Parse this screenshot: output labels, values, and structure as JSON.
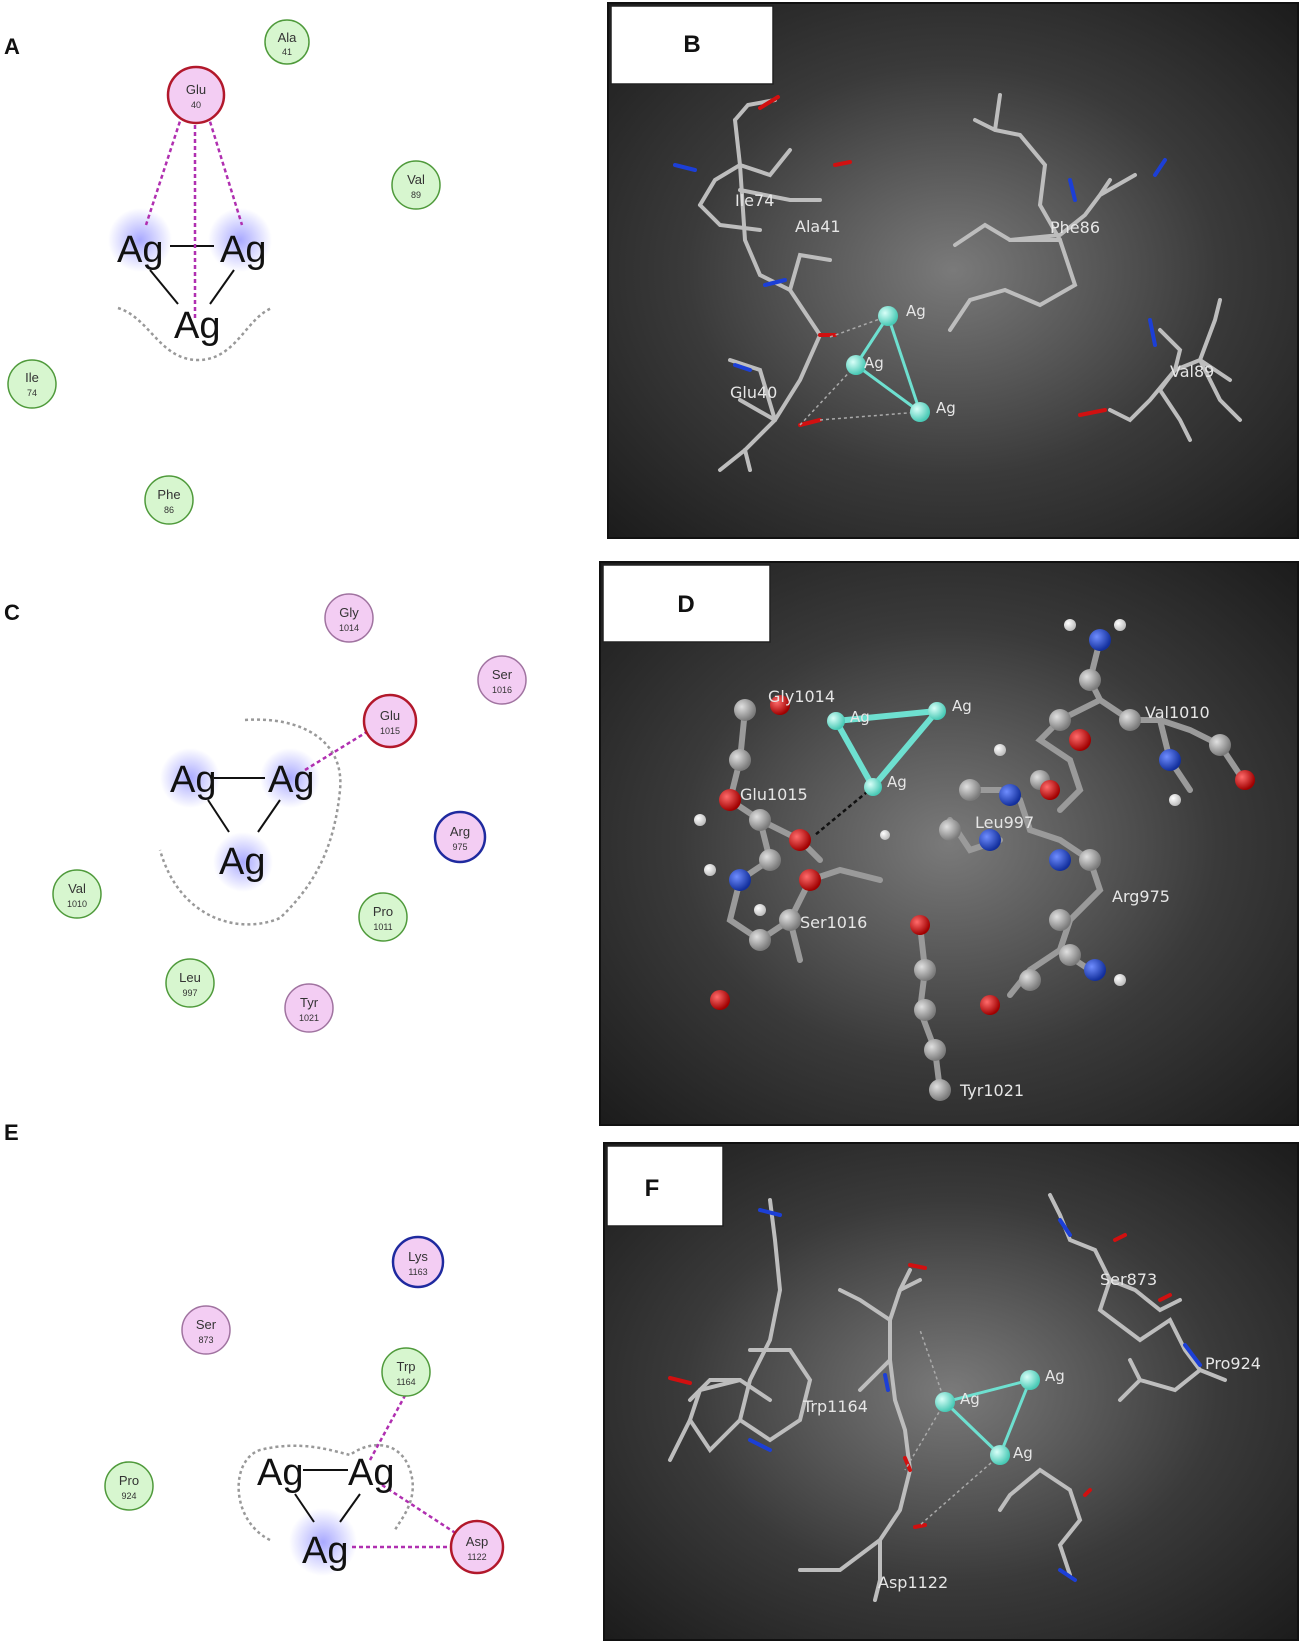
{
  "colors": {
    "hydrophobic_fill": "#d7f6cf",
    "hydrophobic_stroke": "#4f9a3b",
    "polar_fill": "#f3cdf3",
    "polar_stroke": "#a073a0",
    "acidic_stroke": "#b2182b",
    "basic_stroke": "#1f2a9f",
    "interaction_line": "#b02fb0",
    "ag_glow": "#8c8cff",
    "cluster_bond": "#6ee0d0",
    "oxygen": "#d11010",
    "nitrogen": "#1c3fd6",
    "carbon": "#9a9a9a",
    "hydrogen": "#f2f2f2",
    "render_bg": "#2f2f2f"
  },
  "panels": {
    "A": {
      "letter": "A",
      "ag": [
        "Ag",
        "Ag",
        "Ag"
      ],
      "residues": [
        {
          "name": "Ala",
          "num": "41",
          "type": "hydrophobic"
        },
        {
          "name": "Glu",
          "num": "40",
          "type": "acidic"
        },
        {
          "name": "Val",
          "num": "89",
          "type": "hydrophobic"
        },
        {
          "name": "Ile",
          "num": "74",
          "type": "hydrophobic"
        },
        {
          "name": "Phe",
          "num": "86",
          "type": "hydrophobic"
        }
      ]
    },
    "B": {
      "letter": "B",
      "labels": [
        "Ile74",
        "Ala41",
        "Phe86",
        "Glu40",
        "Val89"
      ],
      "ag": [
        "Ag",
        "Ag",
        "Ag"
      ]
    },
    "C": {
      "letter": "C",
      "ag": [
        "Ag",
        "Ag",
        "Ag"
      ],
      "residues": [
        {
          "name": "Gly",
          "num": "1014",
          "type": "polar"
        },
        {
          "name": "Ser",
          "num": "1016",
          "type": "polar"
        },
        {
          "name": "Glu",
          "num": "1015",
          "type": "acidic"
        },
        {
          "name": "Arg",
          "num": "975",
          "type": "basic"
        },
        {
          "name": "Val",
          "num": "1010",
          "type": "hydrophobic"
        },
        {
          "name": "Pro",
          "num": "1011",
          "type": "hydrophobic"
        },
        {
          "name": "Leu",
          "num": "997",
          "type": "hydrophobic"
        },
        {
          "name": "Tyr",
          "num": "1021",
          "type": "polar"
        }
      ]
    },
    "D": {
      "letter": "D",
      "labels": [
        "Gly1014",
        "Val1010",
        "Glu1015",
        "Leu997",
        "Arg975",
        "Ser1016",
        "Tyr1021"
      ],
      "ag": [
        "Ag",
        "Ag",
        "Ag"
      ]
    },
    "E": {
      "letter": "E",
      "ag": [
        "Ag",
        "Ag",
        "Ag"
      ],
      "residues": [
        {
          "name": "Lys",
          "num": "1163",
          "type": "basic"
        },
        {
          "name": "Ser",
          "num": "873",
          "type": "polar"
        },
        {
          "name": "Trp",
          "num": "1164",
          "type": "hydrophobic"
        },
        {
          "name": "Pro",
          "num": "924",
          "type": "hydrophobic"
        },
        {
          "name": "Asp",
          "num": "1122",
          "type": "acidic"
        }
      ]
    },
    "F": {
      "letter": "F",
      "labels": [
        "Trp1164",
        "Ser873",
        "Pro924",
        "Asp1122"
      ],
      "ag": [
        "Ag",
        "Ag",
        "Ag"
      ]
    }
  }
}
